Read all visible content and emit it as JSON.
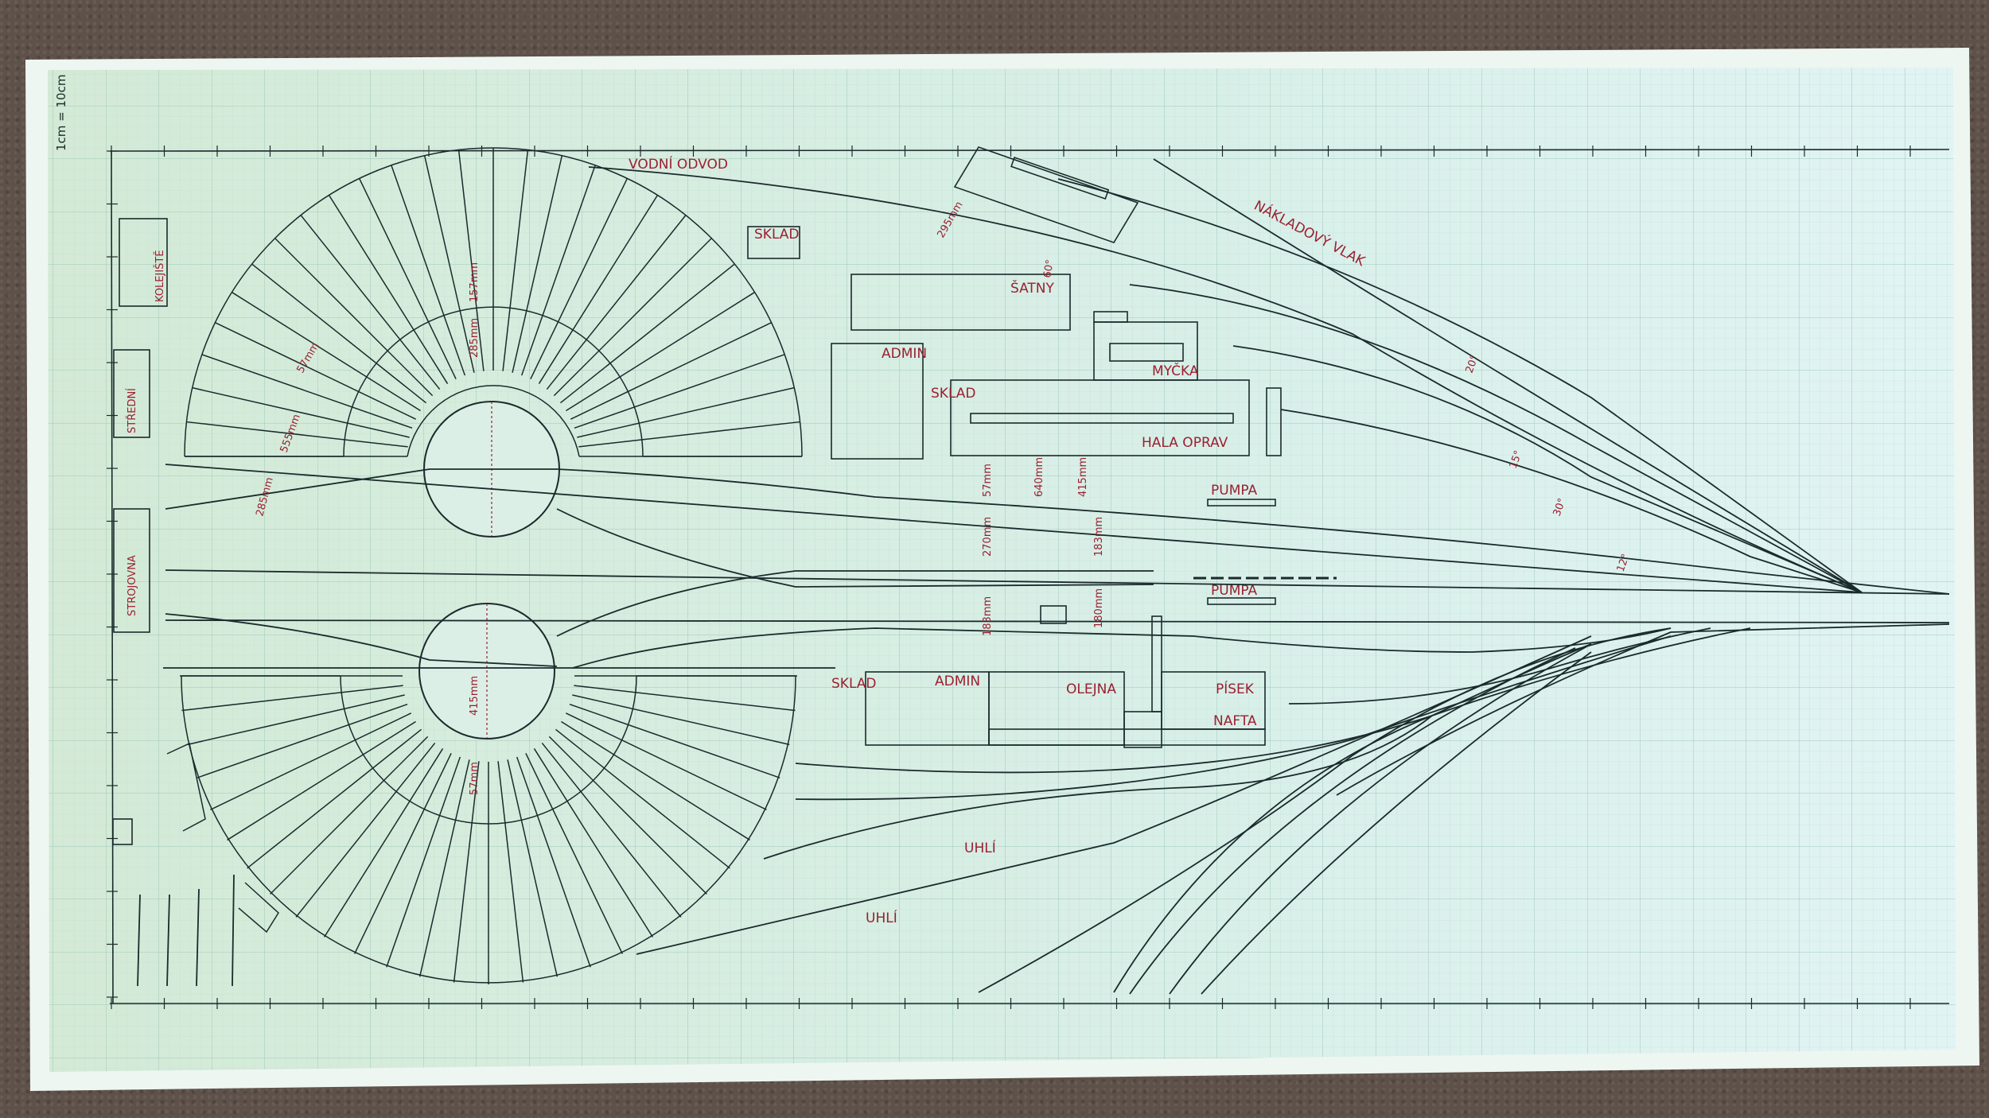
{
  "colors": {
    "paper": "#dcefe6",
    "paper_edge": "#eef7f3",
    "grid": "#a9cfc3",
    "ink": "#1b2a2c",
    "label": "#9a2030"
  },
  "scale_note": "1cm = 10cm",
  "buildings": {
    "sklad_top": "SKLAD",
    "satny": "ŠATNY",
    "admin_top": "ADMIN",
    "sklad_mid": "SKLAD",
    "hala_oprav": "HALA OPRAV",
    "mycka": "MYČKA",
    "sklad_bottom": "SKLAD",
    "admin_bottom": "ADMIN",
    "olejna": "OLEJNA",
    "pisek": "PÍSEK",
    "nafta": "NAFTA",
    "pumpa": "PUMPA",
    "pumpa2": "PUMPA",
    "left_box_1": "KOLEJIŠTĚ",
    "left_box_2": "STŘEDNÍ",
    "left_box_3": "STROJOVNA"
  },
  "tracks": {
    "vodni_odvod": "VODNÍ ODVOD",
    "nakladovy_vlak": "NÁKLADOVÝ VLAK",
    "uhli_1": "UHLÍ",
    "uhli_2": "UHLÍ"
  },
  "dimensions": [
    "157mm",
    "285mm",
    "285mm",
    "555mm",
    "415mm",
    "57mm",
    "57mm",
    "57mm",
    "640mm",
    "415mm",
    "270mm",
    "183mm",
    "183mm",
    "180mm",
    "295mm",
    "60°",
    "20°",
    "15°",
    "30°",
    "12°"
  ]
}
